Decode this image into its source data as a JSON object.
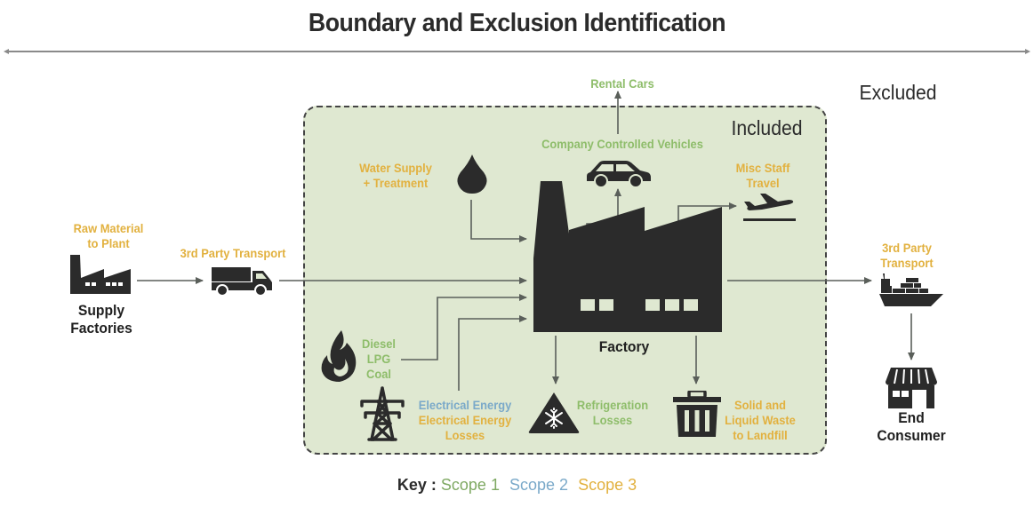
{
  "title": "Boundary and Exclusion Identification",
  "zones": {
    "excluded": "Excluded",
    "included": "Included"
  },
  "colors": {
    "scope1": "#8ebd6a",
    "scope2": "#7aa9c9",
    "scope3": "#e2b13f",
    "included_bg": "#dfe8d1",
    "ink": "#2b2b2b",
    "arrow": "#5a5f5a"
  },
  "nodes": {
    "supply_factories": {
      "label_line1": "Supply",
      "label_line2": "Factories",
      "icon": "factory-icon"
    },
    "raw_material": {
      "line1": "Raw Material",
      "line2": "to Plant",
      "scope": 3
    },
    "third_party_transport_in": {
      "label": "3rd Party Transport",
      "scope": 3,
      "icon": "truck-icon"
    },
    "rental_cars": {
      "label": "Rental Cars",
      "scope": 1
    },
    "company_vehicles": {
      "label": "Company Controlled Vehicles",
      "scope": 1,
      "icon": "car-icon"
    },
    "water": {
      "line1": "Water Supply",
      "line2": "+ Treatment",
      "scope": 3,
      "icon": "water-drop-icon"
    },
    "misc_travel": {
      "line1": "Misc Staff",
      "line2": "Travel",
      "scope": 3,
      "icon": "airplane-icon"
    },
    "factory": {
      "label": "Factory",
      "icon": "factory-icon"
    },
    "fuels": {
      "line1": "Diesel",
      "line2": "LPG",
      "line3": "Coal",
      "scope": 1,
      "icon": "flame-icon"
    },
    "electrical": {
      "line1": "Electrical Energy",
      "line1_scope": 2,
      "line2": "Electrical Energy",
      "line3": "Losses",
      "line23_scope": 3,
      "icon": "power-pylon-icon"
    },
    "refrigeration": {
      "line1": "Refrigeration",
      "line2": "Losses",
      "scope": 1,
      "icon": "snowflake-warning-icon"
    },
    "waste": {
      "line1": "Solid and",
      "line2": "Liquid Waste",
      "line3": "to Landfill",
      "scope": 3,
      "icon": "trash-bin-icon"
    },
    "third_party_transport_out": {
      "line1": "3rd Party",
      "line2": "Transport",
      "scope": 3,
      "icon": "cargo-ship-icon"
    },
    "end_consumer": {
      "line1": "End",
      "line2": "Consumer",
      "icon": "storefront-icon"
    }
  },
  "key": {
    "label": "Key :",
    "scope1": "Scope 1",
    "scope2": "Scope 2",
    "scope3": "Scope 3"
  }
}
